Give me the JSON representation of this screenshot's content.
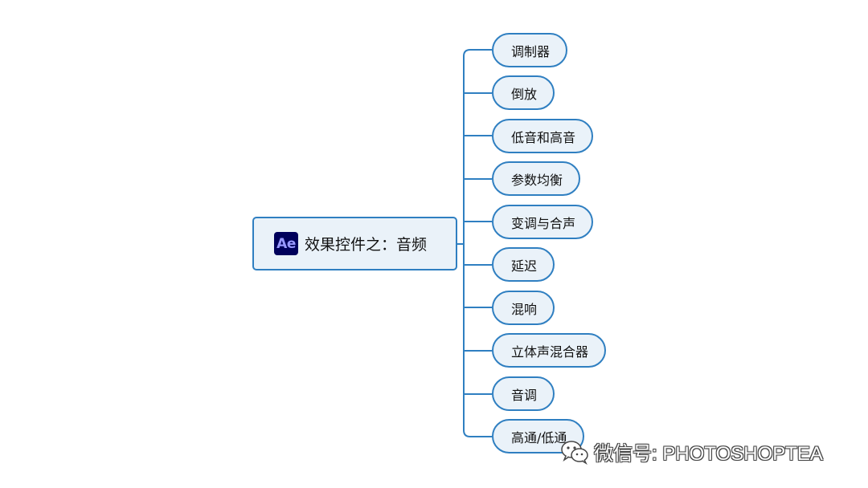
{
  "root": {
    "logo_text": "Ae",
    "title": "效果控件之：音频"
  },
  "children": [
    {
      "label": "调制器"
    },
    {
      "label": "倒放"
    },
    {
      "label": "低音和高音"
    },
    {
      "label": "参数均衡"
    },
    {
      "label": "变调与合声"
    },
    {
      "label": "延迟"
    },
    {
      "label": "混响"
    },
    {
      "label": "立体声混合器"
    },
    {
      "label": "音调"
    },
    {
      "label": "高通/低通"
    }
  ],
  "watermark": {
    "text": "微信号: PHOTOSHOPTEA",
    "icon": "wechat-icon"
  },
  "colors": {
    "stroke": "#2f7fc1",
    "node_fill": "#eaf2f9",
    "logo_bg": "#00005b",
    "logo_text": "#9999ff"
  }
}
